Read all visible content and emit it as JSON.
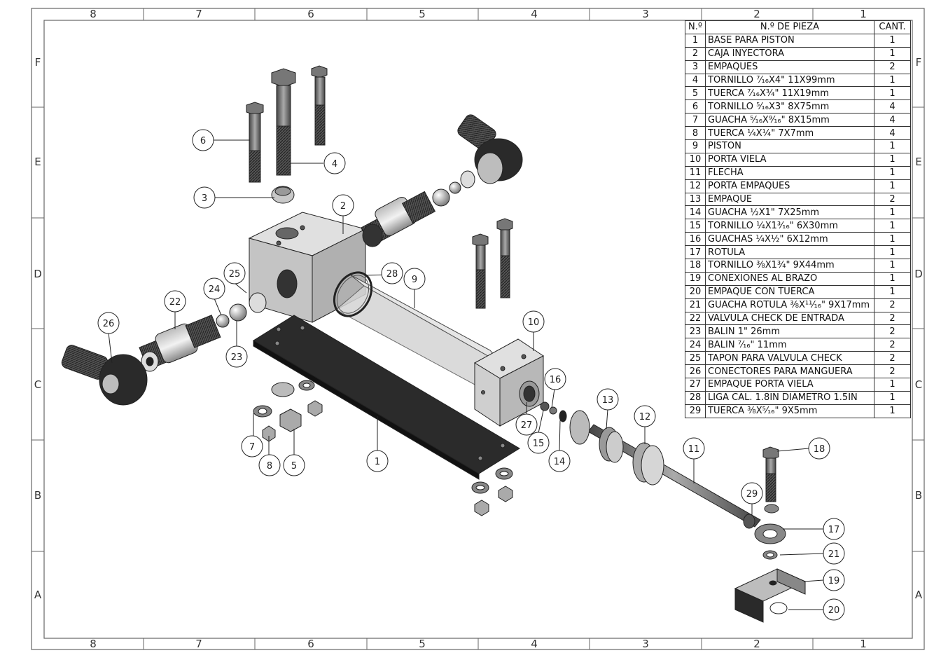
{
  "border": {
    "columns": [
      "8",
      "7",
      "6",
      "5",
      "4",
      "3",
      "2",
      "1"
    ],
    "rows": [
      "F",
      "E",
      "D",
      "C",
      "B",
      "A"
    ]
  },
  "bom": {
    "headers": {
      "number": "N.º",
      "description": "N.º DE PIEZA",
      "quantity": "CANT."
    },
    "items": [
      {
        "n": "1",
        "desc": "BASE PARA PISTON",
        "qty": "1"
      },
      {
        "n": "2",
        "desc": "CAJA INYECTORA",
        "qty": "1"
      },
      {
        "n": "3",
        "desc": "EMPAQUES",
        "qty": "2"
      },
      {
        "n": "4",
        "desc": "TORNILLO ⁷⁄₁₆X4\"  11X99mm",
        "qty": "1"
      },
      {
        "n": "5",
        "desc": "TUERCA ⁷⁄₁₆X¾\"  11X19mm",
        "qty": "1"
      },
      {
        "n": "6",
        "desc": "TORNILLO ⁵⁄₁₆X3\"  8X75mm",
        "qty": "4"
      },
      {
        "n": "7",
        "desc": "GUACHA ⁵⁄₁₆X⁹⁄₁₆\"  8X15mm",
        "qty": "4"
      },
      {
        "n": "8",
        "desc": "TUERCA ¼X¼\"  7X7mm",
        "qty": "4"
      },
      {
        "n": "9",
        "desc": "PISTON",
        "qty": "1"
      },
      {
        "n": "10",
        "desc": "PORTA VIELA",
        "qty": "1"
      },
      {
        "n": "11",
        "desc": "FLECHA",
        "qty": "1"
      },
      {
        "n": "12",
        "desc": "PORTA EMPAQUES",
        "qty": "1"
      },
      {
        "n": "13",
        "desc": "EMPAQUE",
        "qty": "2"
      },
      {
        "n": "14",
        "desc": "GUACHA ½X1\"  7X25mm",
        "qty": "1"
      },
      {
        "n": "15",
        "desc": "TORNILLO ¼X1³⁄₁₆\"  6X30mm",
        "qty": "1"
      },
      {
        "n": "16",
        "desc": "GUACHAS ¼X½\"  6X12mm",
        "qty": "1"
      },
      {
        "n": "17",
        "desc": "ROTULA",
        "qty": "1"
      },
      {
        "n": "18",
        "desc": "TORNILLO ⅜X1¾\"  9X44mm",
        "qty": "1"
      },
      {
        "n": "19",
        "desc": "CONEXIONES AL BRAZO",
        "qty": "1"
      },
      {
        "n": "20",
        "desc": "EMPAQUE CON TUERCA",
        "qty": "1"
      },
      {
        "n": "21",
        "desc": "GUACHA ROTULA ⅜X¹¹⁄₁₆\" 9X17mm",
        "qty": "2"
      },
      {
        "n": "22",
        "desc": "VALVULA CHECK DE ENTRADA",
        "qty": "2"
      },
      {
        "n": "23",
        "desc": "BALIN 1\"  26mm",
        "qty": "2"
      },
      {
        "n": "24",
        "desc": "BALIN ⁷⁄₁₆\"  11mm",
        "qty": "2"
      },
      {
        "n": "25",
        "desc": "TAPON PARA VALVULA CHECK",
        "qty": "2"
      },
      {
        "n": "26",
        "desc": "CONECTORES PARA MANGUERA",
        "qty": "2"
      },
      {
        "n": "27",
        "desc": "EMPAQUE PORTA VIELA",
        "qty": "1"
      },
      {
        "n": "28",
        "desc": "LIGA CAL. 1.8IN DIAMETRO 1.5IN",
        "qty": "1"
      },
      {
        "n": "29",
        "desc": "TUERCA ⅜X⁵⁄₁₆\"  9X5mm",
        "qty": "1"
      }
    ]
  },
  "balloons": [
    "1",
    "2",
    "3",
    "4",
    "5",
    "6",
    "7",
    "8",
    "9",
    "10",
    "11",
    "12",
    "13",
    "14",
    "15",
    "16",
    "17",
    "18",
    "19",
    "20",
    "21",
    "22",
    "23",
    "24",
    "25",
    "26",
    "27",
    "28",
    "29"
  ],
  "colors": {
    "line": "#333333",
    "metal": "#8c8c8c",
    "dark": "#2a2a2a",
    "light": "#d9d9d9",
    "body": "#c9c9c9"
  }
}
